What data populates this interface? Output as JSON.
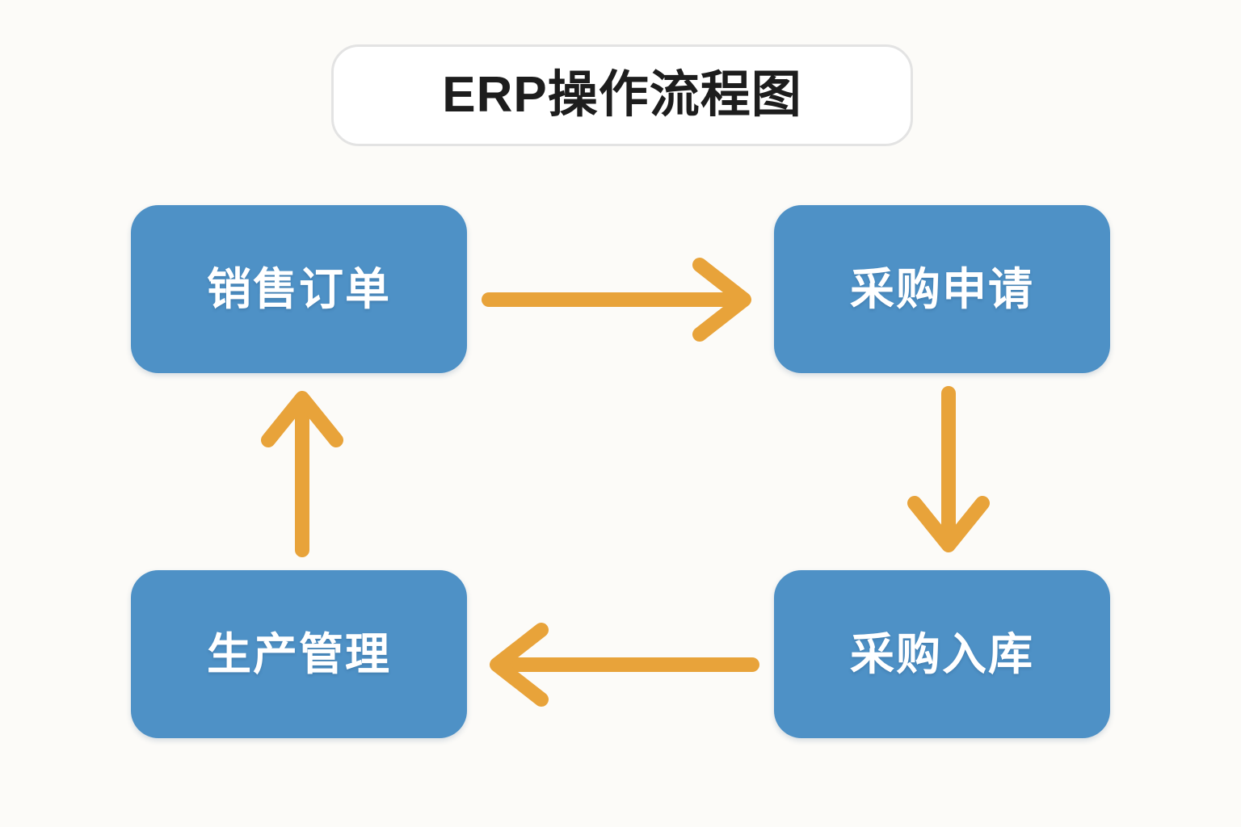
{
  "page": {
    "background_color": "#fcfbf8"
  },
  "title": {
    "text": "ERP操作流程图",
    "text_color": "#1d1d1d",
    "pill_fill": "#ffffff",
    "pill_border": "#e3e3e3"
  },
  "palette": {
    "node_fill": "#4e91c6",
    "node_text": "#ffffff",
    "arrow_color": "#e8a33a"
  },
  "diagram_data": {
    "type": "flowchart",
    "title": "ERP操作流程图",
    "layout": "2x2 cycle, clockwise",
    "nodes": [
      {
        "id": "sales-order",
        "label": "销售订单",
        "position": "top-left"
      },
      {
        "id": "purchase-requisition",
        "label": "采购申请",
        "position": "top-right"
      },
      {
        "id": "purchase-receipt",
        "label": "采购入库",
        "position": "bottom-right"
      },
      {
        "id": "production-management",
        "label": "生产管理",
        "position": "bottom-left"
      }
    ],
    "edges": [
      {
        "from": "sales-order",
        "to": "purchase-requisition",
        "direction": "right",
        "label": ""
      },
      {
        "from": "purchase-requisition",
        "to": "purchase-receipt",
        "direction": "down",
        "label": ""
      },
      {
        "from": "purchase-receipt",
        "to": "production-management",
        "direction": "left",
        "label": ""
      },
      {
        "from": "production-management",
        "to": "sales-order",
        "direction": "up",
        "label": ""
      }
    ]
  }
}
